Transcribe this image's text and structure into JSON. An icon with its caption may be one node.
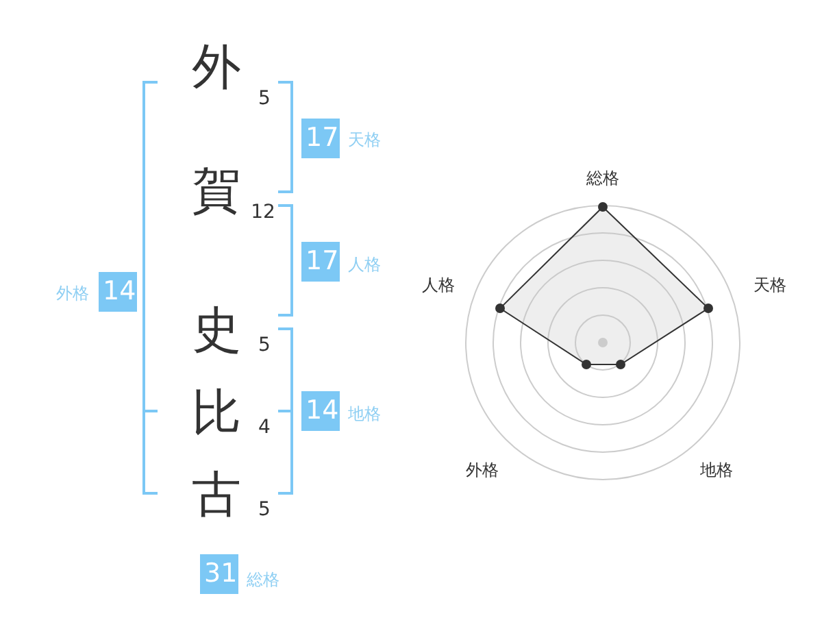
{
  "diagram": {
    "labels": [
      "外",
      "5",
      "17",
      "天格",
      "賀",
      "12",
      "17",
      "人格",
      "外格",
      "14",
      "史",
      "5",
      "14",
      "地格",
      "比",
      "4",
      "古",
      "5",
      "31",
      "総格",
      "総格",
      "人格",
      "天格",
      "外格",
      "地格"
    ]
  }
}
